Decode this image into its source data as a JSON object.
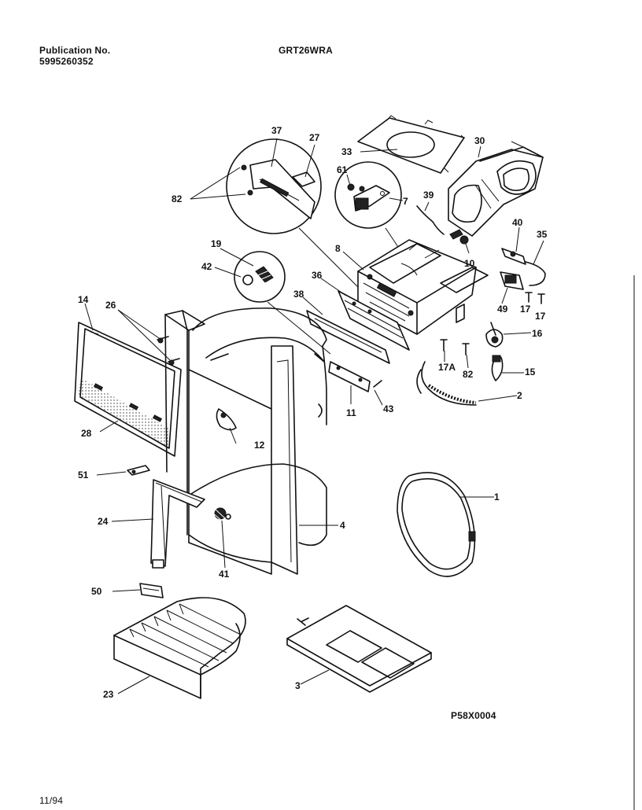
{
  "header": {
    "publication_label": "Publication No.",
    "publication_number": "5995260352",
    "model": "GRT26WRA"
  },
  "footer": {
    "diagram_code": "P58X0004",
    "date": "11/94"
  },
  "part_labels": {
    "p1": "1",
    "p2": "2",
    "p3": "3",
    "p4": "4",
    "p7": "7",
    "p8": "8",
    "p10": "10",
    "p11": "11",
    "p12": "12",
    "p14": "14",
    "p15": "15",
    "p16": "16",
    "p17a": "17",
    "p17b": "17",
    "p17A": "17A",
    "p19": "19",
    "p23": "23",
    "p24": "24",
    "p26": "26",
    "p27": "27",
    "p28": "28",
    "p30": "30",
    "p33": "33",
    "p35": "35",
    "p36": "36",
    "p37": "37",
    "p38": "38",
    "p39": "39",
    "p40": "40",
    "p41": "41",
    "p42": "42",
    "p43": "43",
    "p49": "49",
    "p50": "50",
    "p51": "51",
    "p61": "61",
    "p82a": "82",
    "p82b": "82"
  }
}
